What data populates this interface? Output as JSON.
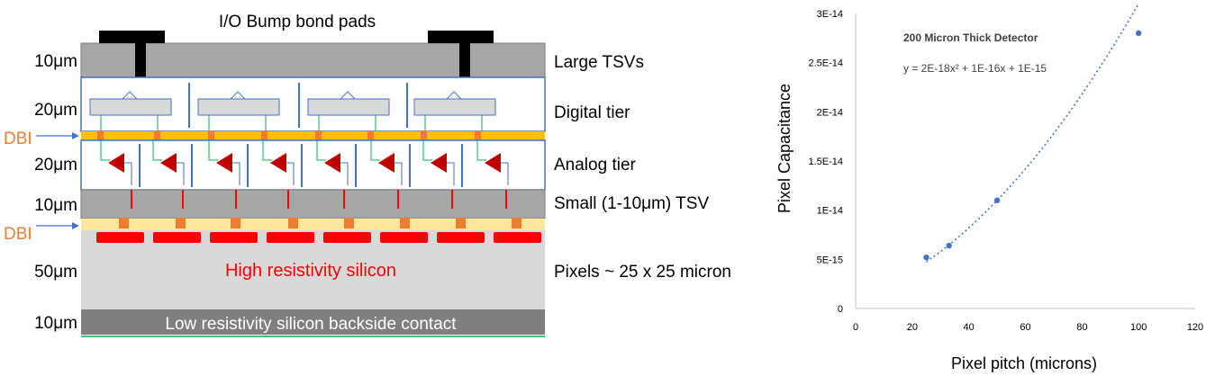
{
  "diagram": {
    "title": "I/O Bump bond pads",
    "thickness_labels": [
      "10μm",
      "20μm",
      "20μm",
      "10μm",
      "50μm",
      "10μm"
    ],
    "dbi_labels": [
      "DBI",
      "DBI"
    ],
    "layer_labels": [
      "Large TSVs",
      "Digital tier",
      "Analog tier",
      "Small (1-10μm) TSV",
      "Pixels ~ 25 x 25 micron"
    ],
    "high_res_label": "High resistivity silicon",
    "low_res_label": "Low resistivity silicon backside contact",
    "colors": {
      "silicon_dark": "#a6a6a6",
      "silicon_light": "#d9d9d9",
      "bond_bar": "#ffc000",
      "pad_orange": "#ed7d31",
      "pixel_red": "#ff0000",
      "tier_border": "#4472c4",
      "amp_red": "#c00000"
    }
  },
  "chart_data": {
    "type": "scatter",
    "annotation_title": "200 Micron Thick Detector",
    "equation": "y = 2E-18x² + 1E-16x + 1E-15",
    "xlabel": "Pixel pitch (microns)",
    "ylabel": "Pixel Capacitance",
    "xlim": [
      0,
      120
    ],
    "ylim": [
      0,
      3e-14
    ],
    "x_ticks": [
      "0",
      "20",
      "40",
      "60",
      "80",
      "100",
      "120"
    ],
    "y_ticks": [
      "0",
      "5E-15",
      "1E-14",
      "1.5E-14",
      "2E-14",
      "2.5E-14",
      "3E-14"
    ],
    "series": [
      {
        "points": [
          [
            25,
            5.2e-15
          ],
          [
            33,
            6.4e-15
          ],
          [
            50,
            1.1e-14
          ],
          [
            100,
            2.8e-14
          ]
        ]
      }
    ],
    "trendline": {
      "type": "polynomial",
      "coefficients": [
        2e-18,
        1e-16,
        1e-15
      ],
      "x_range": [
        25,
        100
      ],
      "style": "dotted"
    },
    "grid": false,
    "marker_color": "#4472c4"
  }
}
